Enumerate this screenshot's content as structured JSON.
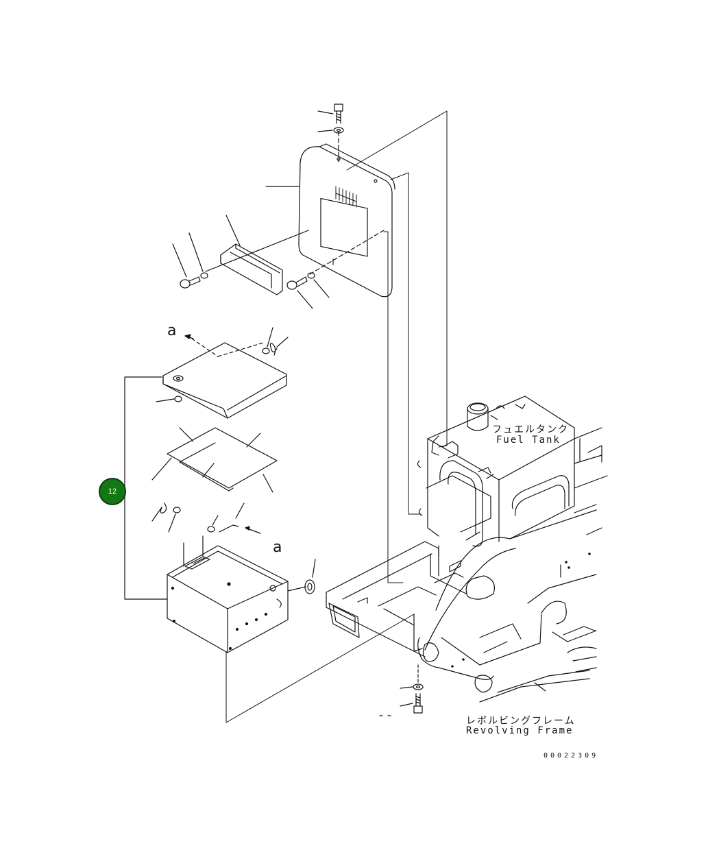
{
  "diagram": {
    "callout_number": "12",
    "callout_color": "#137813",
    "labels": {
      "fuel_tank_jp": "フュエルタンク",
      "fuel_tank_en": "Fuel Tank",
      "frame_jp": "レボルビングフレーム",
      "frame_en": "Revolving Frame",
      "ref_a_top": "a",
      "ref_a_bottom": "a",
      "drawing_number": "00022309"
    }
  }
}
